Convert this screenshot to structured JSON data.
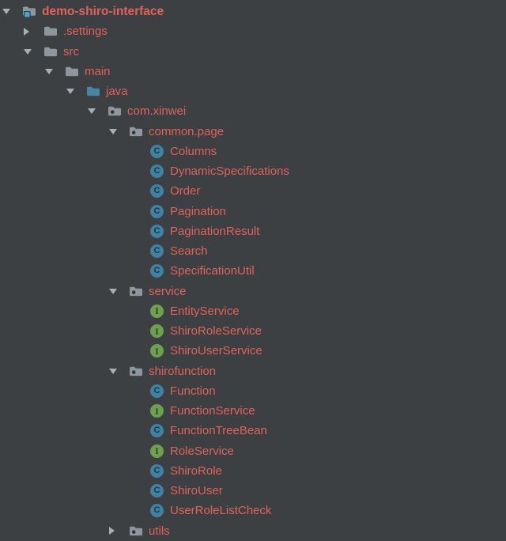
{
  "colors": {
    "background": "#3c4043",
    "label_text": "#e0625a",
    "arrow": "#a9aeb2",
    "folder_gray": "#8f979e",
    "folder_java_blue": "#4586a5",
    "project_square_blue": "#3fa9dc",
    "class_icon_bg": "#4181a1",
    "interface_icon_bg": "#6da04f",
    "package_dot": "#33373a"
  },
  "icons": {
    "class_letter": "C",
    "interface_letter": "I"
  },
  "tree": {
    "items": [
      {
        "label": "demo-shiro-interface",
        "type": "project-folder",
        "level": 0,
        "expanded": true
      },
      {
        "label": ".settings",
        "type": "folder",
        "level": 1,
        "expanded": false
      },
      {
        "label": "src",
        "type": "folder",
        "level": 1,
        "expanded": true
      },
      {
        "label": "main",
        "type": "folder",
        "level": 2,
        "expanded": true
      },
      {
        "label": "java",
        "type": "source-folder",
        "level": 3,
        "expanded": true
      },
      {
        "label": "com.xinwei",
        "type": "package",
        "level": 4,
        "expanded": true
      },
      {
        "label": "common.page",
        "type": "package",
        "level": 5,
        "expanded": true
      },
      {
        "label": "Columns",
        "type": "class",
        "level": 6
      },
      {
        "label": "DynamicSpecifications",
        "type": "class",
        "level": 6
      },
      {
        "label": "Order",
        "type": "class",
        "level": 6
      },
      {
        "label": "Pagination",
        "type": "class",
        "level": 6
      },
      {
        "label": "PaginationResult",
        "type": "class",
        "level": 6
      },
      {
        "label": "Search",
        "type": "class",
        "level": 6
      },
      {
        "label": "SpecificationUtil",
        "type": "class",
        "level": 6
      },
      {
        "label": "service",
        "type": "package",
        "level": 5,
        "expanded": true
      },
      {
        "label": "EntityService",
        "type": "interface",
        "level": 6
      },
      {
        "label": "ShiroRoleService",
        "type": "interface",
        "level": 6
      },
      {
        "label": "ShiroUserService",
        "type": "interface",
        "level": 6
      },
      {
        "label": "shirofunction",
        "type": "package",
        "level": 5,
        "expanded": true
      },
      {
        "label": "Function",
        "type": "class",
        "level": 6
      },
      {
        "label": "FunctionService",
        "type": "interface",
        "level": 6
      },
      {
        "label": "FunctionTreeBean",
        "type": "class",
        "level": 6
      },
      {
        "label": "RoleService",
        "type": "interface",
        "level": 6
      },
      {
        "label": "ShiroRole",
        "type": "class",
        "level": 6
      },
      {
        "label": "ShiroUser",
        "type": "class",
        "level": 6
      },
      {
        "label": "UserRoleListCheck",
        "type": "class",
        "level": 6
      },
      {
        "label": "utils",
        "type": "package",
        "level": 5,
        "expanded": false
      }
    ]
  }
}
